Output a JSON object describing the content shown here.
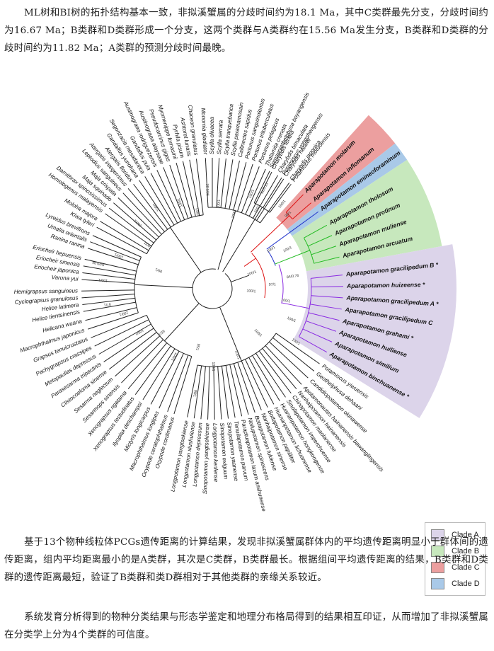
{
  "paragraphs": {
    "p1": "ML树和BI树的拓扑结构基本一致，非拟溪蟹属的分歧时间约为18.1 Ma，其中C类群最先分支，分歧时间约为16.67 Ma；B类群和D类群形成一个分支，这两个类群与A类群约在15.56 Ma发生分支，B类群和D类群的分歧时间约为11.82 Ma；A类群的预测分歧时间最晚。",
    "p2": "基于13个物种线粒体PCGs遗传距离的计算结果，发现非拟溪蟹属群体内的平均遗传距离明显小于群体间的遗传距离，组内平均距离最小的是A类群，其次是C类群，B类群最长。根据组间平均遗传距离的结果，B类群和D类群的遗传距离最短，验证了B类群和类D群相对于其他类群的亲缘关系较近。",
    "p3": "系统发育分析得到的物种分类结果与形态学鉴定和地理分布格局得到的结果相互印证，从而增加了非拟溪蟹属在分类学上分为4个类群的可信度。"
  },
  "figure": {
    "colors": {
      "clade_a": "#dcd4ea",
      "clade_b": "#c7e8bd",
      "clade_c": "#ec9f9f",
      "clade_d": "#a9c9e8",
      "branch_a": "#8a2be2",
      "branch_b": "#22bb22",
      "branch_c": "#dd1111",
      "branch_d": "#2233cc"
    },
    "legend": [
      {
        "label": "Clade A",
        "color": "#dcd4ea"
      },
      {
        "label": "Clade B",
        "color": "#c7e8bd"
      },
      {
        "label": "Clade C",
        "color": "#ec9f9f"
      },
      {
        "label": "Clade D",
        "color": "#a9c9e8"
      }
    ],
    "taxa": [
      {
        "name": "Somanniathelphusa boyangensis",
        "ang": -64
      },
      {
        "name": "Potamiscus yongshengensis",
        "ang": -58
      },
      {
        "name": "Potamiscus motuoensis",
        "ang": -53
      },
      {
        "name": "Aparapotamon molarum",
        "ang": -46,
        "clade": "c",
        "bold": true
      },
      {
        "name": "Aparapotamon inflomanum",
        "ang": -41,
        "clade": "c",
        "bold": true
      },
      {
        "name": "Aparapotamon emineoforaminum",
        "ang": -36,
        "clade": "d",
        "bold": true
      },
      {
        "name": "Aparapotamon tholosum",
        "ang": -29,
        "clade": "b",
        "bold": true
      },
      {
        "name": "Aparapotamon protinum",
        "ang": -24,
        "clade": "b",
        "bold": true
      },
      {
        "name": "Aparapotamon muliense",
        "ang": -19,
        "clade": "b",
        "bold": true
      },
      {
        "name": "Aparapotamon arcuatum",
        "ang": -14,
        "clade": "b",
        "bold": true
      },
      {
        "name": "Aparapotamon gracilipedum B",
        "ang": -6,
        "clade": "a",
        "bold": true,
        "star": true
      },
      {
        "name": "Aparapotamon huizeense",
        "ang": -1,
        "clade": "a",
        "bold": true,
        "star": true
      },
      {
        "name": "Aparapotamon gracilipedum A",
        "ang": 4,
        "clade": "a",
        "bold": true,
        "star": true
      },
      {
        "name": "Aparapotamon gracilipedum C",
        "ang": 9,
        "clade": "a",
        "bold": true
      },
      {
        "name": "Aparapotamon grahami",
        "ang": 14,
        "clade": "a",
        "bold": true,
        "star": true
      },
      {
        "name": "Aparapotamon huiliense",
        "ang": 19,
        "clade": "a",
        "bold": true
      },
      {
        "name": "Aparapotamon similium",
        "ang": 24,
        "clade": "a",
        "bold": true
      },
      {
        "name": "Aparapotamon binchuanense",
        "ang": 29,
        "clade": "a",
        "bold": true,
        "star": true
      },
      {
        "name": "Potamiscus yiwuensis",
        "ang": 35
      },
      {
        "name": "Geothelphusa dehaani",
        "ang": 39
      },
      {
        "name": "Candidiopotamon okinawense",
        "ang": 43
      },
      {
        "name": "Apotamonautes hainanensis bawanglingensis",
        "ang": 47
      },
      {
        "name": "Nanhaipotamon hainanensis",
        "ang": 50
      },
      {
        "name": "Chinapotamon maolanense",
        "ang": 53
      },
      {
        "name": "Sinolapotamon imperchuense",
        "ang": 56
      },
      {
        "name": "Huananpotamon hongkongense",
        "ang": 59
      },
      {
        "name": "Huananpotamon lichuanense",
        "ang": 62
      },
      {
        "name": "Bottapotamon papilliter",
        "ang": 65
      },
      {
        "name": "Nanhaipotamon sinense",
        "ang": 68
      },
      {
        "name": "Bottapotamon fukiense",
        "ang": 71
      },
      {
        "name": "Neilupotamon spinescens",
        "ang": 74
      },
      {
        "name": "Paraptuapotamon laxum anshunense",
        "ang": 77
      },
      {
        "name": "Tenuilapotamon parvum",
        "ang": 80
      },
      {
        "name": "Sinopotamon yaanense",
        "ang": 83
      },
      {
        "name": "Sinopotamon exiguum",
        "ang": 86
      },
      {
        "name": "Longpotamon kenlense",
        "ang": 89
      },
      {
        "name": "Sinopotamon yangtsekiense",
        "ang": 92
      },
      {
        "name": "Longpotamon depressum",
        "ang": 95
      },
      {
        "name": "Longpotamon xiushuiense",
        "ang": 98
      },
      {
        "name": "Longpotamon yangtsekiense",
        "ang": 101
      },
      {
        "name": "Ocypode cordimanus",
        "ang": 107
      },
      {
        "name": "Ocypode ceratophthalmus",
        "ang": 110
      },
      {
        "name": "Macrophthalmus longipes",
        "ang": 114
      },
      {
        "name": "Mictyris longicarpus",
        "ang": 118
      },
      {
        "name": "Ilyoplax deschampsi",
        "ang": 122
      },
      {
        "name": "Xenograpsus testudinatus",
        "ang": 126
      },
      {
        "name": "Xenograpsus ngatama",
        "ang": 130
      },
      {
        "name": "Sesarmops sinensis",
        "ang": 134
      },
      {
        "name": "Sesarma neglectum",
        "ang": 138
      },
      {
        "name": "Clistocoeloma sinense",
        "ang": 142
      },
      {
        "name": "Parasesarma tripectinis",
        "ang": 146
      },
      {
        "name": "Metopaulias depressus",
        "ang": 150
      },
      {
        "name": "Pachygrapsus crassipes",
        "ang": 154
      },
      {
        "name": "Grapsus tenuicrustatus",
        "ang": 158
      },
      {
        "name": "Macrophthalmus japonicus",
        "ang": 162
      },
      {
        "name": "Helicana wuana",
        "ang": 166
      },
      {
        "name": "Helice tientsinensis",
        "ang": 170
      },
      {
        "name": "Helice latimera",
        "ang": 173
      },
      {
        "name": "Cyclograpsus granulosus",
        "ang": 176
      },
      {
        "name": "Hemigrapsus sanguineus",
        "ang": 179
      },
      {
        "name": "Varuna yui",
        "ang": 184
      },
      {
        "name": "Eriocheir japonica",
        "ang": 187
      },
      {
        "name": "Eriocheir sinensis",
        "ang": 190
      },
      {
        "name": "Eriocheir hepuensis",
        "ang": 193
      },
      {
        "name": "Ranina ranina",
        "ang": 198
      },
      {
        "name": "Umalia orientalis",
        "ang": 201
      },
      {
        "name": "Lyreidus brevifrons",
        "ang": 204
      },
      {
        "name": "Kiwa tyleri",
        "ang": 208
      },
      {
        "name": "Moloha majora",
        "ang": 211
      },
      {
        "name": "Homologenus malayensis",
        "ang": 215
      },
      {
        "name": "Damithrax spinosissimus",
        "ang": 218
      },
      {
        "name": "Maja squinado",
        "ang": 221
      },
      {
        "name": "Maja crispata",
        "ang": 224
      },
      {
        "name": "Leptodius sanguineus",
        "ang": 227
      },
      {
        "name": "Atergatis integerrimus",
        "ang": 230
      },
      {
        "name": "Atergatis floridus",
        "ang": 233
      },
      {
        "name": "Gandalfus yunohana",
        "ang": 236
      },
      {
        "name": "Segonzacia mesatlantica",
        "ang": 239
      },
      {
        "name": "Gandalfus puia",
        "ang": 242
      },
      {
        "name": "Austinograea rodriguezensis",
        "ang": 245
      },
      {
        "name": "Austinograea alayseae",
        "ang": 248
      },
      {
        "name": "Pseudocarcinus gigas",
        "ang": 251
      },
      {
        "name": "Myomenippe fornasinii",
        "ang": 254
      },
      {
        "name": "Pyrhila pisum",
        "ang": 257
      },
      {
        "name": "Ashtoret lunaris",
        "ang": 260
      },
      {
        "name": "Chaceon granulatus",
        "ang": 263
      },
      {
        "name": "Monomia gladiator",
        "ang": 267
      },
      {
        "name": "Scylla olivacea",
        "ang": 270
      },
      {
        "name": "Scylla serrata",
        "ang": 273
      },
      {
        "name": "Scylla tranquebarica",
        "ang": 276
      },
      {
        "name": "Scylla paramamosain",
        "ang": 279
      },
      {
        "name": "Callinectes sapidus",
        "ang": 282
      },
      {
        "name": "Portunus sanguinolentus",
        "ang": 285
      },
      {
        "name": "Portunus trituberculatus",
        "ang": 288
      },
      {
        "name": "Portunus pelagicus",
        "ang": 291
      },
      {
        "name": "Thalamita crenata",
        "ang": 294
      },
      {
        "name": "Charybdis feriata",
        "ang": 297
      },
      {
        "name": "Charybdis bimaculata",
        "ang": 300
      },
      {
        "name": "Charybdis natator",
        "ang": 303
      },
      {
        "name": "Charybdis japonica",
        "ang": 306
      }
    ],
    "support": [
      {
        "t": "100/1",
        "ang": -20,
        "r": 60
      },
      {
        "t": "100/1",
        "ang": 5,
        "r": 55
      },
      {
        "t": "97/1",
        "ang": -3,
        "r": 85
      },
      {
        "t": "84/0.76",
        "ang": -8,
        "r": 115
      },
      {
        "t": "100/1",
        "ang": 10,
        "r": 105
      },
      {
        "t": "100/1",
        "ang": -33,
        "r": 100
      },
      {
        "t": "98/1",
        "ang": -44,
        "r": 150
      },
      {
        "t": "100/1",
        "ang": -50,
        "r": 155
      },
      {
        "t": "100/1",
        "ang": -27,
        "r": 120
      },
      {
        "t": "100/1",
        "ang": 22,
        "r": 120
      },
      {
        "t": "100/1",
        "ang": 33,
        "r": 140
      },
      {
        "t": "100/1",
        "ang": 45,
        "r": 90
      },
      {
        "t": "100/1",
        "ang": 70,
        "r": 100
      },
      {
        "t": "100/1",
        "ang": 90,
        "r": 110
      },
      {
        "t": "95/1",
        "ang": 105,
        "r": 85
      },
      {
        "t": "99/1",
        "ang": 100,
        "r": 150
      },
      {
        "t": "100/1",
        "ang": 120,
        "r": 110
      },
      {
        "t": "65/1",
        "ang": 140,
        "r": 95
      },
      {
        "t": "100/1",
        "ang": 150,
        "r": 120
      },
      {
        "t": "100/1",
        "ang": 165,
        "r": 130
      },
      {
        "t": "97/1",
        "ang": 172,
        "r": 150
      },
      {
        "t": "100/1",
        "ang": 185,
        "r": 155
      },
      {
        "t": "84/0.96",
        "ang": 193,
        "r": 165
      },
      {
        "t": "100/1",
        "ang": 200,
        "r": 140
      },
      {
        "t": "99/1",
        "ang": 200,
        "r": 80
      },
      {
        "t": "100/1",
        "ang": 215,
        "r": 110
      },
      {
        "t": "100/1",
        "ang": 222,
        "r": 140
      },
      {
        "t": "100/1",
        "ang": 236,
        "r": 140
      },
      {
        "t": "100/1",
        "ang": 250,
        "r": 130
      },
      {
        "t": "100/1",
        "ang": 260,
        "r": 110
      },
      {
        "t": "96/0.92",
        "ang": 268,
        "r": 140
      },
      {
        "t": "100/1",
        "ang": 275,
        "r": 120
      },
      {
        "t": "100/1",
        "ang": 287,
        "r": 110
      },
      {
        "t": "100/1",
        "ang": 293,
        "r": 145
      },
      {
        "t": "91/0.91",
        "ang": 298,
        "r": 160
      },
      {
        "t": "100/1",
        "ang": -60,
        "r": 130
      }
    ]
  }
}
